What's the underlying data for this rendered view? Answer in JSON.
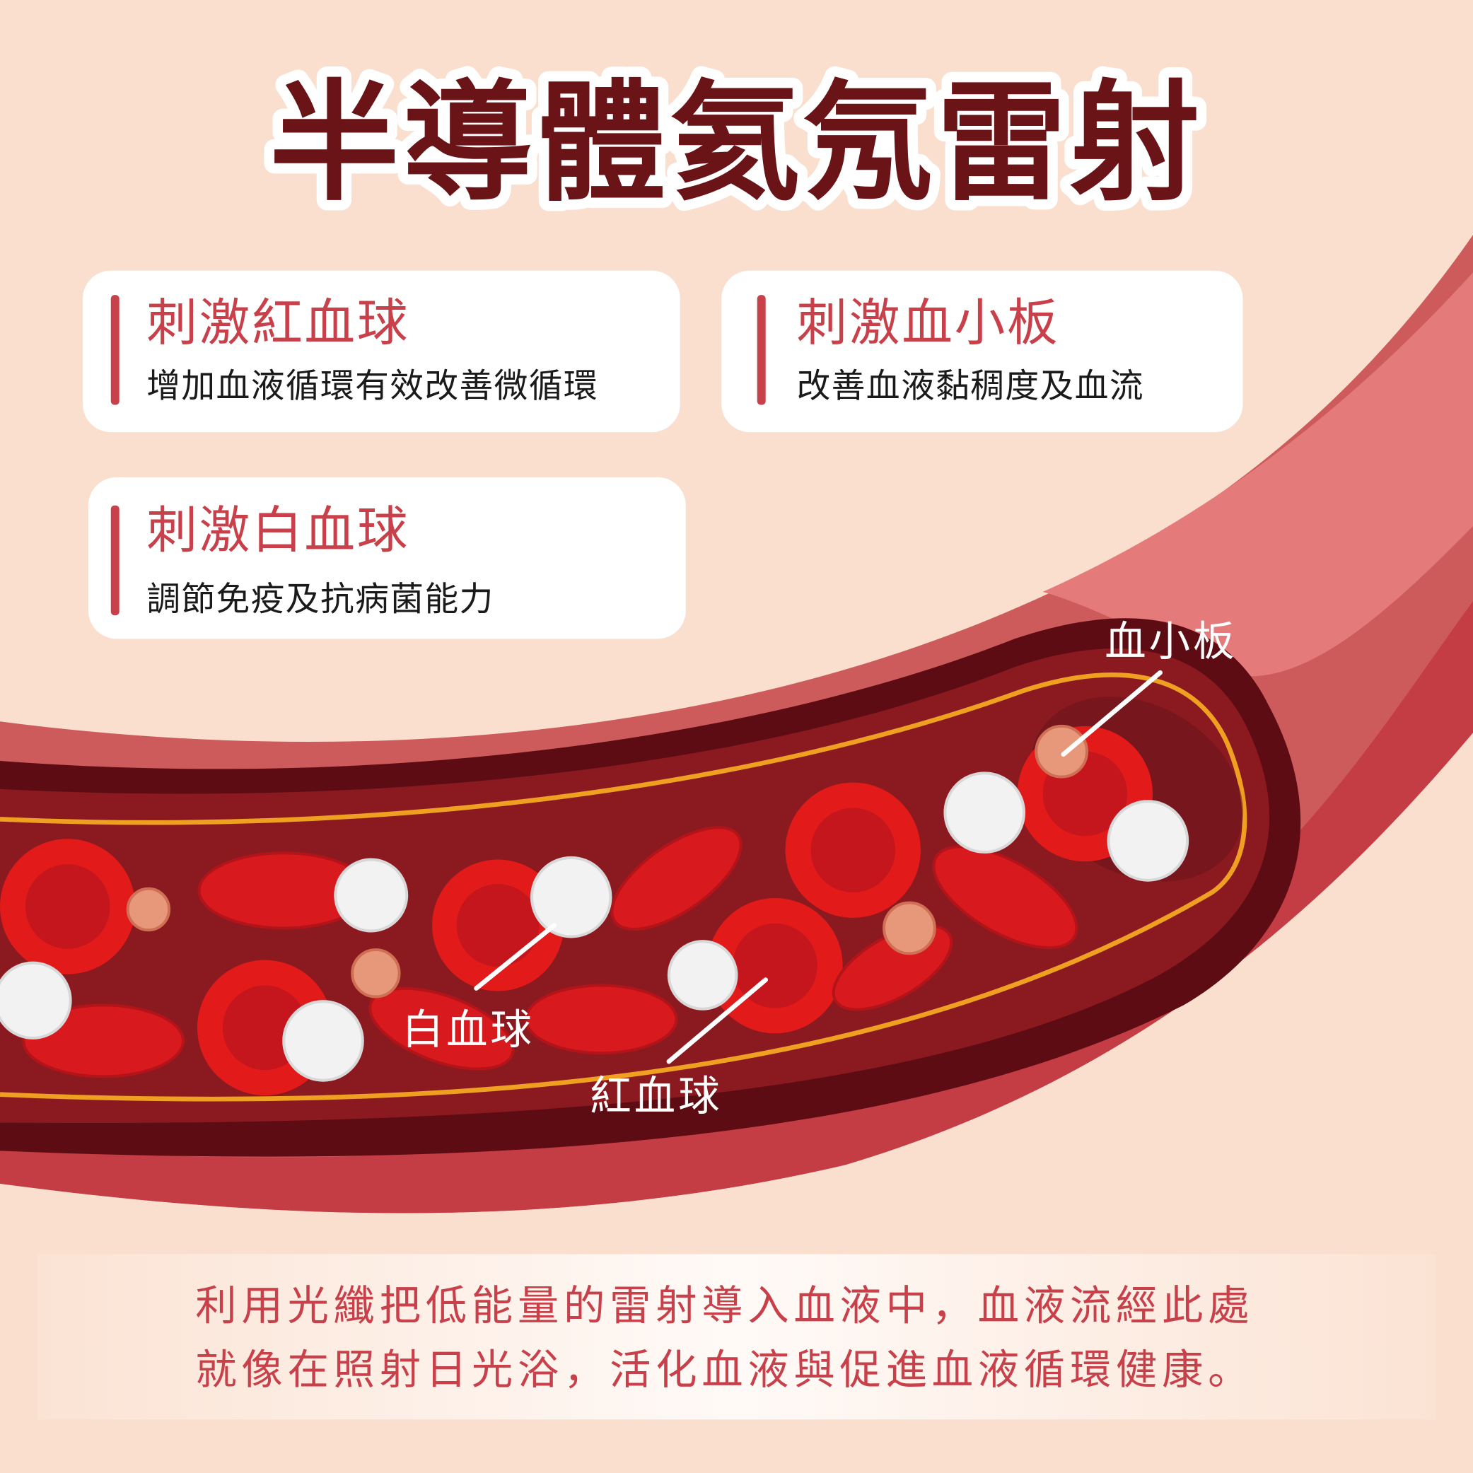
{
  "title": "半導體氦氖雷射",
  "cards": [
    {
      "heading": "刺激紅血球",
      "text": "增加血液循環有效改善微循環"
    },
    {
      "heading": "刺激血小板",
      "text": "改善血液黏稠度及血流"
    },
    {
      "heading": "刺激白血球",
      "text": "調節免疫及抗病菌能力"
    }
  ],
  "labels": {
    "platelet": "血小板",
    "white_cell": "白血球",
    "red_cell": "紅血球"
  },
  "footer": {
    "line1": "利用光纖把低能量的雷射導入血液中，血液流經此處",
    "line2": "就像在照射日光浴，活化血液與促進血液循環健康。"
  },
  "colors": {
    "background": "#fadfcf",
    "title": "#6b1418",
    "accent": "#c8404a",
    "vessel_outer": "#cd5b5b",
    "lumen": "#8b1a20",
    "orange_line": "#f0a020",
    "red_cell": "#e21a1a"
  }
}
